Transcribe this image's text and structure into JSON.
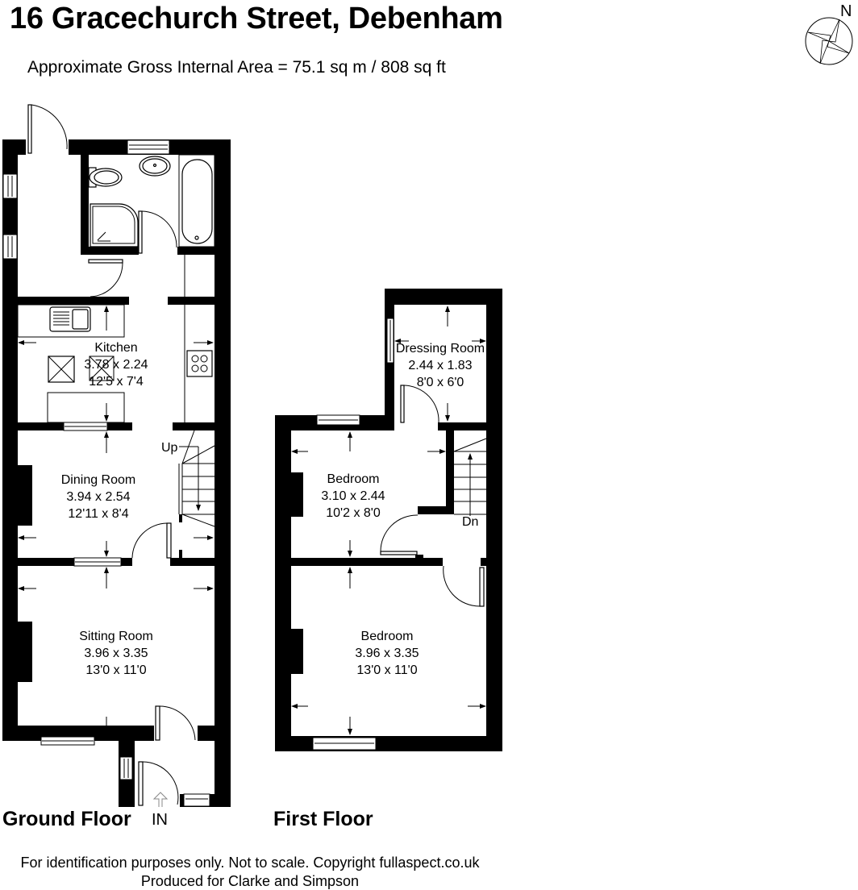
{
  "header": {
    "title": "16 Gracechurch Street, Debenham",
    "area": "Approximate Gross Internal Area = 75.1 sq m / 808 sq ft"
  },
  "compass": {
    "icon": "north-compass-icon",
    "label": "N"
  },
  "ground_floor": {
    "label": "Ground Floor",
    "entrance_label": "IN",
    "stairs_label": "Up",
    "rooms": [
      {
        "name": "Kitchen",
        "metric": "3.78 x 2.24",
        "imperial": "12'5 x 7'4"
      },
      {
        "name": "Dining Room",
        "metric": "3.94 x 2.54",
        "imperial": "12'11 x 8'4"
      },
      {
        "name": "Sitting Room",
        "metric": "3.96 x 3.35",
        "imperial": "13'0 x 11'0"
      }
    ],
    "unlabelled_spaces": [
      "bathroom",
      "rear lobby"
    ]
  },
  "first_floor": {
    "label": "First Floor",
    "stairs_label": "Dn",
    "rooms": [
      {
        "name": "Dressing Room",
        "metric": "2.44 x 1.83",
        "imperial": "8'0 x 6'0"
      },
      {
        "name": "Bedroom",
        "metric": "3.10 x 2.44",
        "imperial": "10'2 x 8'0"
      },
      {
        "name": "Bedroom",
        "metric": "3.96 x 3.35",
        "imperial": "13'0 x 11'0"
      }
    ]
  },
  "footer": {
    "disclaimer": "For identification purposes only. Not to scale. Copyright fullaspect.co.uk",
    "produced_for": "Produced for Clarke and Simpson"
  }
}
